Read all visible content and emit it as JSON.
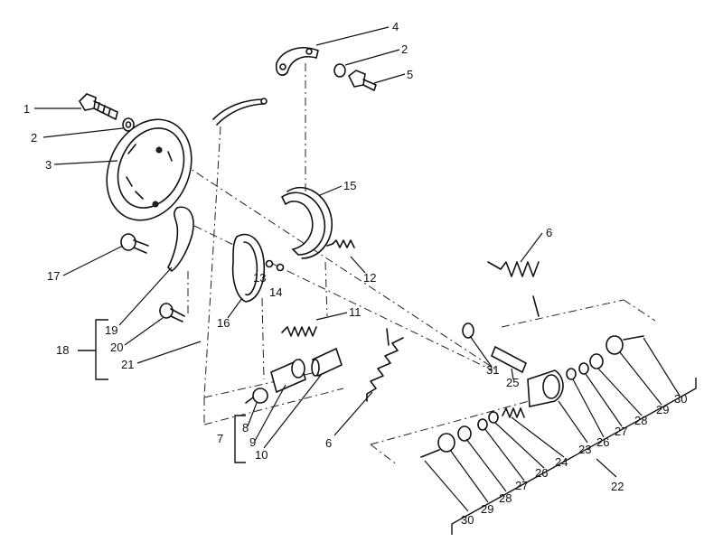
{
  "diagram": {
    "callouts": [
      {
        "id": "c1",
        "label": "1"
      },
      {
        "id": "c2a",
        "label": "2"
      },
      {
        "id": "c2b",
        "label": "2"
      },
      {
        "id": "c3",
        "label": "3"
      },
      {
        "id": "c4",
        "label": "4"
      },
      {
        "id": "c5",
        "label": "5"
      },
      {
        "id": "c6a",
        "label": "6"
      },
      {
        "id": "c6b",
        "label": "6"
      },
      {
        "id": "c7",
        "label": "7"
      },
      {
        "id": "c8",
        "label": "8"
      },
      {
        "id": "c9",
        "label": "9"
      },
      {
        "id": "c10",
        "label": "10"
      },
      {
        "id": "c11",
        "label": "11"
      },
      {
        "id": "c12",
        "label": "12"
      },
      {
        "id": "c13",
        "label": "13"
      },
      {
        "id": "c14",
        "label": "14"
      },
      {
        "id": "c15",
        "label": "15"
      },
      {
        "id": "c16",
        "label": "16"
      },
      {
        "id": "c17",
        "label": "17"
      },
      {
        "id": "c18",
        "label": "18"
      },
      {
        "id": "c19",
        "label": "19"
      },
      {
        "id": "c20",
        "label": "20"
      },
      {
        "id": "c21",
        "label": "21"
      },
      {
        "id": "c22",
        "label": "22"
      },
      {
        "id": "c23",
        "label": "23"
      },
      {
        "id": "c24",
        "label": "24"
      },
      {
        "id": "c25",
        "label": "25"
      },
      {
        "id": "c26a",
        "label": "26"
      },
      {
        "id": "c26b",
        "label": "26"
      },
      {
        "id": "c27a",
        "label": "27"
      },
      {
        "id": "c27b",
        "label": "27"
      },
      {
        "id": "c28a",
        "label": "28"
      },
      {
        "id": "c28b",
        "label": "28"
      },
      {
        "id": "c29a",
        "label": "29"
      },
      {
        "id": "c29b",
        "label": "29"
      },
      {
        "id": "c30a",
        "label": "30"
      },
      {
        "id": "c30b",
        "label": "30"
      },
      {
        "id": "c31",
        "label": "31"
      }
    ]
  }
}
